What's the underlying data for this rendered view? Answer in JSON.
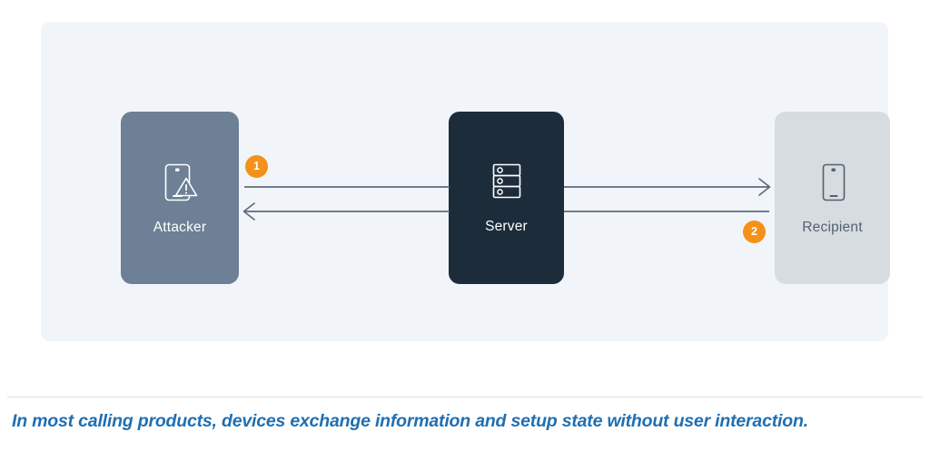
{
  "diagram": {
    "type": "sequence-flow",
    "panel_background": "#f1f5f9",
    "nodes": [
      {
        "id": "attacker",
        "label": "Attacker",
        "icon": "phone-warning-icon",
        "fill": "#6d8095",
        "label_color": "#ffffff"
      },
      {
        "id": "server",
        "label": "Server",
        "icon": "server-rack-icon",
        "fill": "#1d2c3b",
        "label_color": "#ffffff"
      },
      {
        "id": "recipient",
        "label": "Recipient",
        "icon": "phone-icon",
        "fill": "#d7dce1",
        "label_color": "#54616e"
      }
    ],
    "connectors": [
      {
        "id": "attacker-to-server",
        "from": "attacker",
        "to": "server",
        "direction": "right",
        "arrowhead": false
      },
      {
        "id": "server-to-attacker",
        "from": "server",
        "to": "attacker",
        "direction": "left",
        "arrowhead": true
      },
      {
        "id": "server-to-recipient",
        "from": "server",
        "to": "recipient",
        "direction": "right",
        "arrowhead": true
      },
      {
        "id": "recipient-to-server",
        "from": "recipient",
        "to": "server",
        "direction": "left",
        "arrowhead": false
      }
    ],
    "line_color": "#5b6b7d",
    "badges": [
      {
        "id": "badge-1",
        "label": "1",
        "color": "#f49119",
        "near": "attacker-server-link"
      },
      {
        "id": "badge-2",
        "label": "2",
        "color": "#f49119",
        "near": "server-recipient-link"
      }
    ]
  },
  "caption": {
    "text": "In most calling products, devices exchange information and setup state without user interaction.",
    "color": "#1f6fb2"
  }
}
